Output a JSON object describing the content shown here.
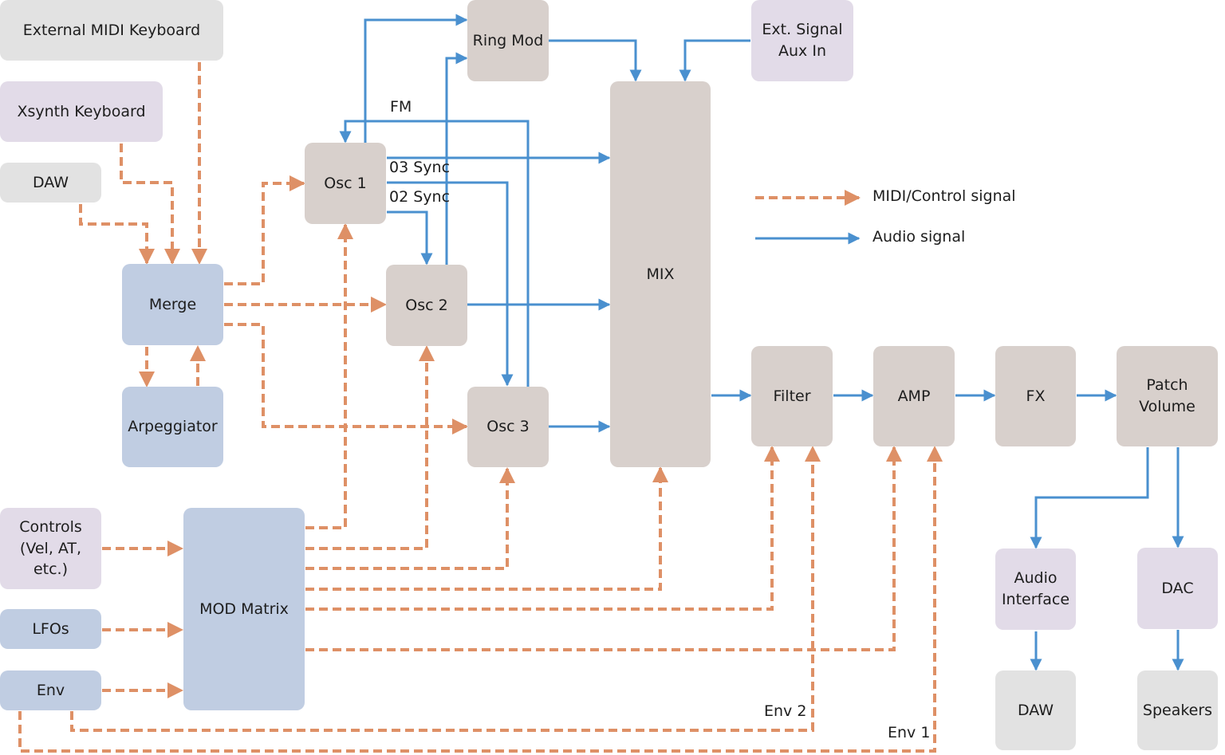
{
  "boxes": {
    "ext_midi": "External MIDI Keyboard",
    "xsynth": "Xsynth Keyboard",
    "daw_in": "DAW",
    "merge": "Merge",
    "arpeggiator": "Arpeggiator",
    "controls": "Controls\n(Vel, AT,\netc.)",
    "lfos": "LFOs",
    "env": "Env",
    "mod_matrix": "MOD Matrix",
    "osc1": "Osc 1",
    "osc2": "Osc 2",
    "osc3": "Osc 3",
    "ring_mod": "Ring Mod",
    "ext_signal": "Ext. Signal\nAux In",
    "mix": "MIX",
    "filter": "Filter",
    "amp": "AMP",
    "fx": "FX",
    "patch_volume": "Patch\nVolume",
    "audio_interface": "Audio\nInterface",
    "daw_out": "DAW",
    "dac": "DAC",
    "speakers": "Speakers"
  },
  "labels": {
    "fm": "FM",
    "o3_sync": "03 Sync",
    "o2_sync": "02 Sync",
    "env2": "Env 2",
    "env1": "Env 1"
  },
  "legend": {
    "control": "MIDI/Control signal",
    "audio": "Audio signal"
  },
  "colors": {
    "control_signal": "#de9066",
    "audio_signal": "#4a90cf",
    "io_box": "#e2e2e2",
    "keyboard_box": "#e2dbe8",
    "control_box": "#c0cde2",
    "audio_box": "#d8d0cc"
  }
}
